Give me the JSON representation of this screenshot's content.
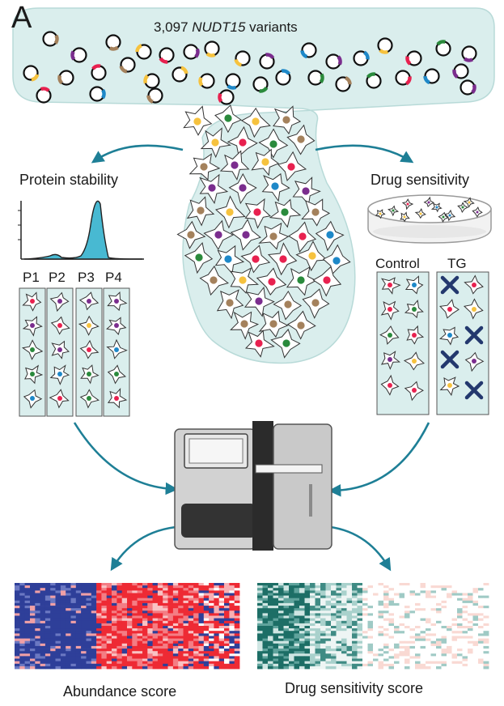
{
  "figure": {
    "panel_letter": "A",
    "title_count": "3,097",
    "title_gene": "NUDT15",
    "title_suffix": "variants",
    "left_branch_label": "Protein stability",
    "right_branch_label": "Drug sensitivity",
    "bins": [
      "P1",
      "P2",
      "P3",
      "P4"
    ],
    "control_label": "Control",
    "treatment_label": "TG",
    "left_output_label": "Abundance score",
    "right_output_label": "Drug sensitivity score"
  },
  "colors": {
    "pool_fill": "#daeeed",
    "arrow": "#1e7f96",
    "histogram_fill": "#48b9d2",
    "heatmap_low": "#2e3f99",
    "heatmap_high": "#ee2a34",
    "drug_heat_dark": "#1d6e66",
    "cross": "#23386e",
    "cell_dots": [
      "#7b2d8e",
      "#1e88c8",
      "#f6c23e",
      "#e8214f",
      "#2a8a3c",
      "#a4815c"
    ]
  },
  "icons": {
    "plasmid": "plasmid-icon",
    "cell": "cell-icon",
    "dish": "petri-dish-icon",
    "sequencer": "sequencer-icon",
    "dead_cell": "cross-icon"
  }
}
